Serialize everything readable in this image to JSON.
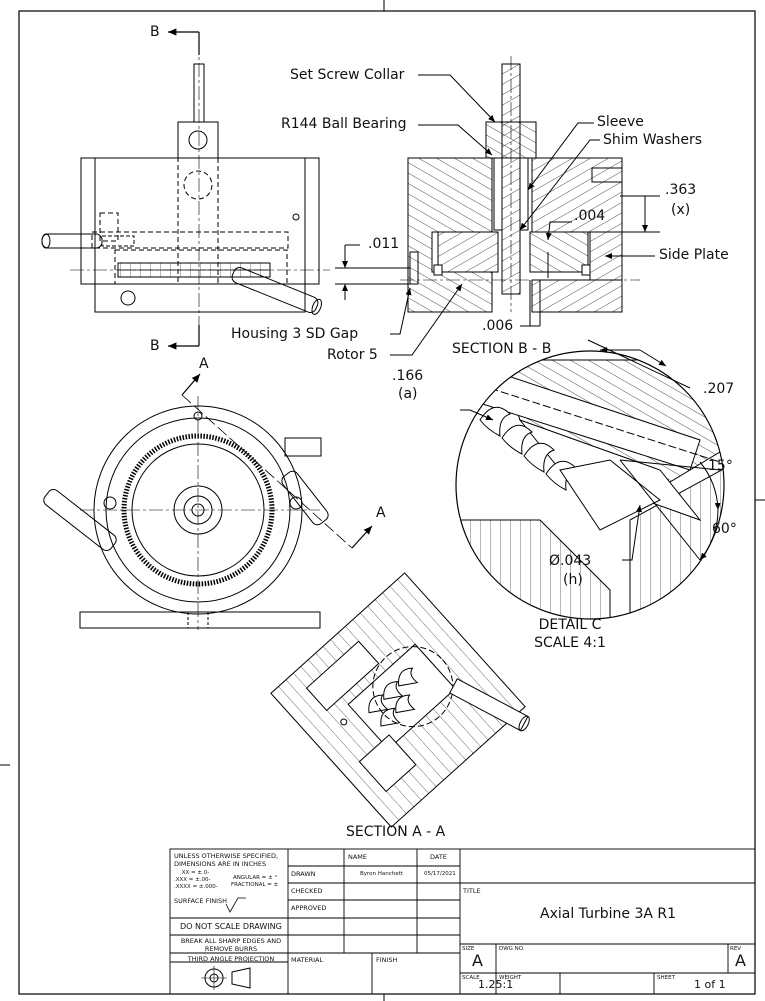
{
  "labels": {
    "section_arrow_b_top": "B",
    "section_arrow_b_bottom": "B",
    "set_screw_collar": "Set Screw Collar",
    "r144_ball_bearing": "R144 Ball Bearing",
    "sleeve": "Sleeve",
    "shim_washers": "Shim Washers",
    "dim_363": ".363",
    "dim_363_note": "(x)",
    "dim_004": ".004",
    "dim_011": ".011",
    "side_plate": "Side Plate",
    "dim_006": ".006",
    "housing_gap": "Housing 3 SD Gap",
    "rotor": "Rotor 5",
    "section_b_title": "SECTION B - B",
    "section_arrow_a_top": "A",
    "section_arrow_a_right": "A",
    "dim_166": ".166",
    "dim_166_note": "(a)",
    "dim_207": ".207",
    "angle_15": "15°",
    "angle_60": "60°",
    "dim_043": "Ø.043",
    "dim_043_note": "(h)",
    "detail_c_title": "DETAIL C",
    "detail_c_scale": "SCALE 4:1",
    "section_a_title": "SECTION A - A"
  },
  "title_block": {
    "tolerance_line1": "UNLESS OTHERWISE SPECIFIED,",
    "tolerance_line2": "DIMENSIONS ARE IN INCHES",
    "tol_xx": ".XX = ±.0-",
    "tol_xxx": ".XXX = ±.00-",
    "tol_xxxx": ".XXXX = ±.000-",
    "tol_angular": "ANGULAR = ± °",
    "tol_fractional": "FRACTIONAL = ±",
    "surface_finish": "SURFACE FINISH",
    "do_not_scale": "DO NOT SCALE DRAWING",
    "break_edges_1": "BREAK ALL SHARP EDGES AND",
    "break_edges_2": "REMOVE BURRS",
    "third_angle": "THIRD ANGLE PROJECTION",
    "col_name": "NAME",
    "col_date": "DATE",
    "row_drawn": "DRAWN",
    "row_checked": "CHECKED",
    "row_approved": "APPROVED",
    "drawn_name": "Byron Hanchett",
    "drawn_date": "05/17/2021",
    "material_label": "MATERIAL",
    "finish_label": "FINISH",
    "title_label": "TITLE",
    "title_value": "Axial Turbine 3A R1",
    "size_label": "SIZE",
    "size_value": "A",
    "dwg_no_label": "DWG NO.",
    "rev_label": "REV",
    "rev_value": "A",
    "scale_label": "SCALE",
    "scale_value": "1.25:1",
    "weight_label": "WEIGHT",
    "sheet_label": "SHEET",
    "sheet_value": "1 of 1"
  }
}
